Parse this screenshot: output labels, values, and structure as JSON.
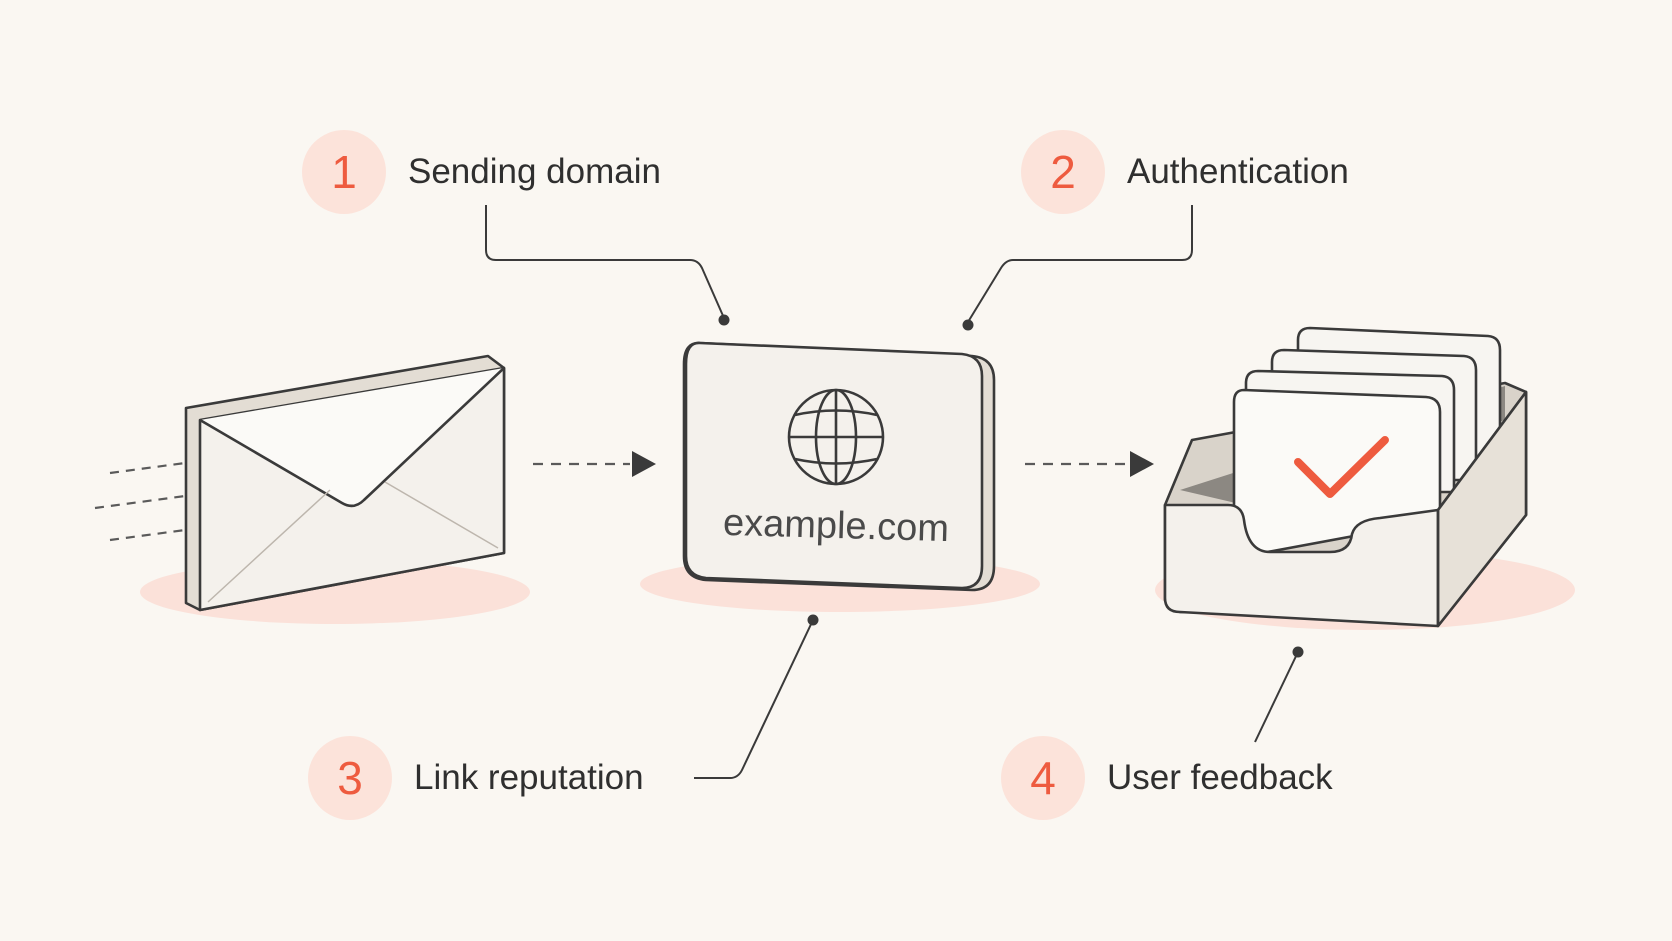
{
  "steps": [
    {
      "number": "1",
      "label": "Sending domain"
    },
    {
      "number": "2",
      "label": "Authentication"
    },
    {
      "number": "3",
      "label": "Link reputation"
    },
    {
      "number": "4",
      "label": "User feedback"
    }
  ],
  "domain_card": {
    "text": "example.com"
  },
  "colors": {
    "accent": "#ee5b3f",
    "badge_bg": "#fce3da",
    "shadow": "#fbe1d9",
    "line": "#3a3a3a",
    "background": "#faf7f2"
  },
  "icons": [
    "envelope-icon",
    "globe-icon",
    "checkmark-icon",
    "inbox-tray-icon",
    "arrow-right-icon"
  ]
}
